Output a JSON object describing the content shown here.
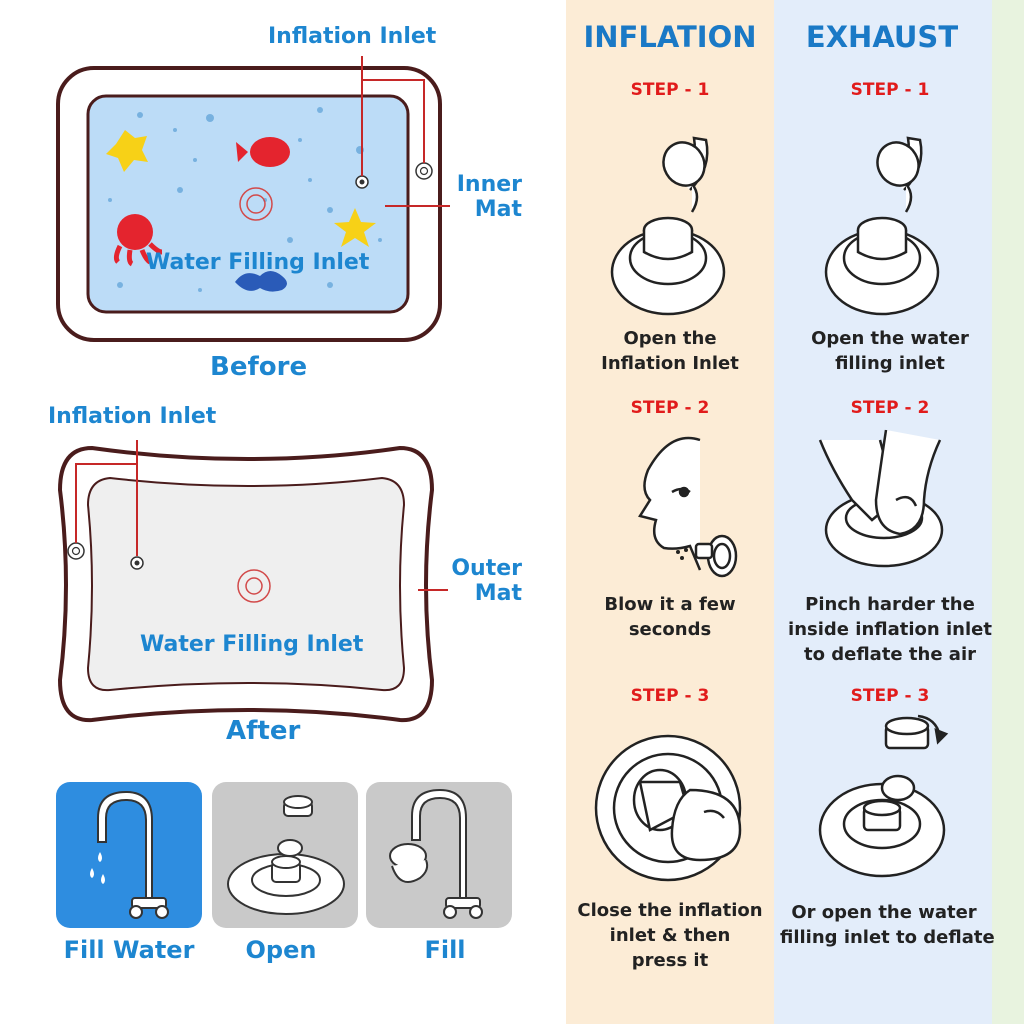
{
  "diagram": {
    "before": {
      "callout_inflation": "Inflation Inlet",
      "callout_inner": "Inner\nMat",
      "water_inlet": "Water Filling Inlet",
      "caption": "Before"
    },
    "after": {
      "callout_inflation": "Inflation Inlet",
      "callout_outer": "Outer\nMat",
      "water_inlet": "Water Filling Inlet",
      "caption": "After"
    },
    "tiles": [
      {
        "label": "Fill Water",
        "bg": "#2e8de0"
      },
      {
        "label": "Open",
        "bg": "#c9c9c9"
      },
      {
        "label": "Fill",
        "bg": "#c9c9c9"
      }
    ],
    "inflation": {
      "title": "INFLATION",
      "steps": [
        {
          "step": "STEP - 1",
          "caption": "Open the\nInflation Inlet"
        },
        {
          "step": "STEP - 2",
          "caption": "Blow it a few\nseconds"
        },
        {
          "step": "STEP - 3",
          "caption": "Close the inflation\ninlet & then\npress it"
        }
      ]
    },
    "exhaust": {
      "title": "EXHAUST",
      "steps": [
        {
          "step": "STEP - 1",
          "caption": "Open the water\nfilling inlet"
        },
        {
          "step": "STEP - 2",
          "caption": "Pinch harder the\ninside inflation inlet\nto deflate the air"
        },
        {
          "step": "STEP - 3",
          "caption": "Or open the water\nfilling inlet to deflate"
        }
      ]
    },
    "colors": {
      "accent_blue": "#1d86d0",
      "step_red": "#e11b1b",
      "inflation_bg": "#fcecd6",
      "exhaust_bg": "#e3edfa",
      "mat_water": "#bcdcf7",
      "mat_frame": "#4a1c1c",
      "callout_line": "#c62828"
    }
  }
}
